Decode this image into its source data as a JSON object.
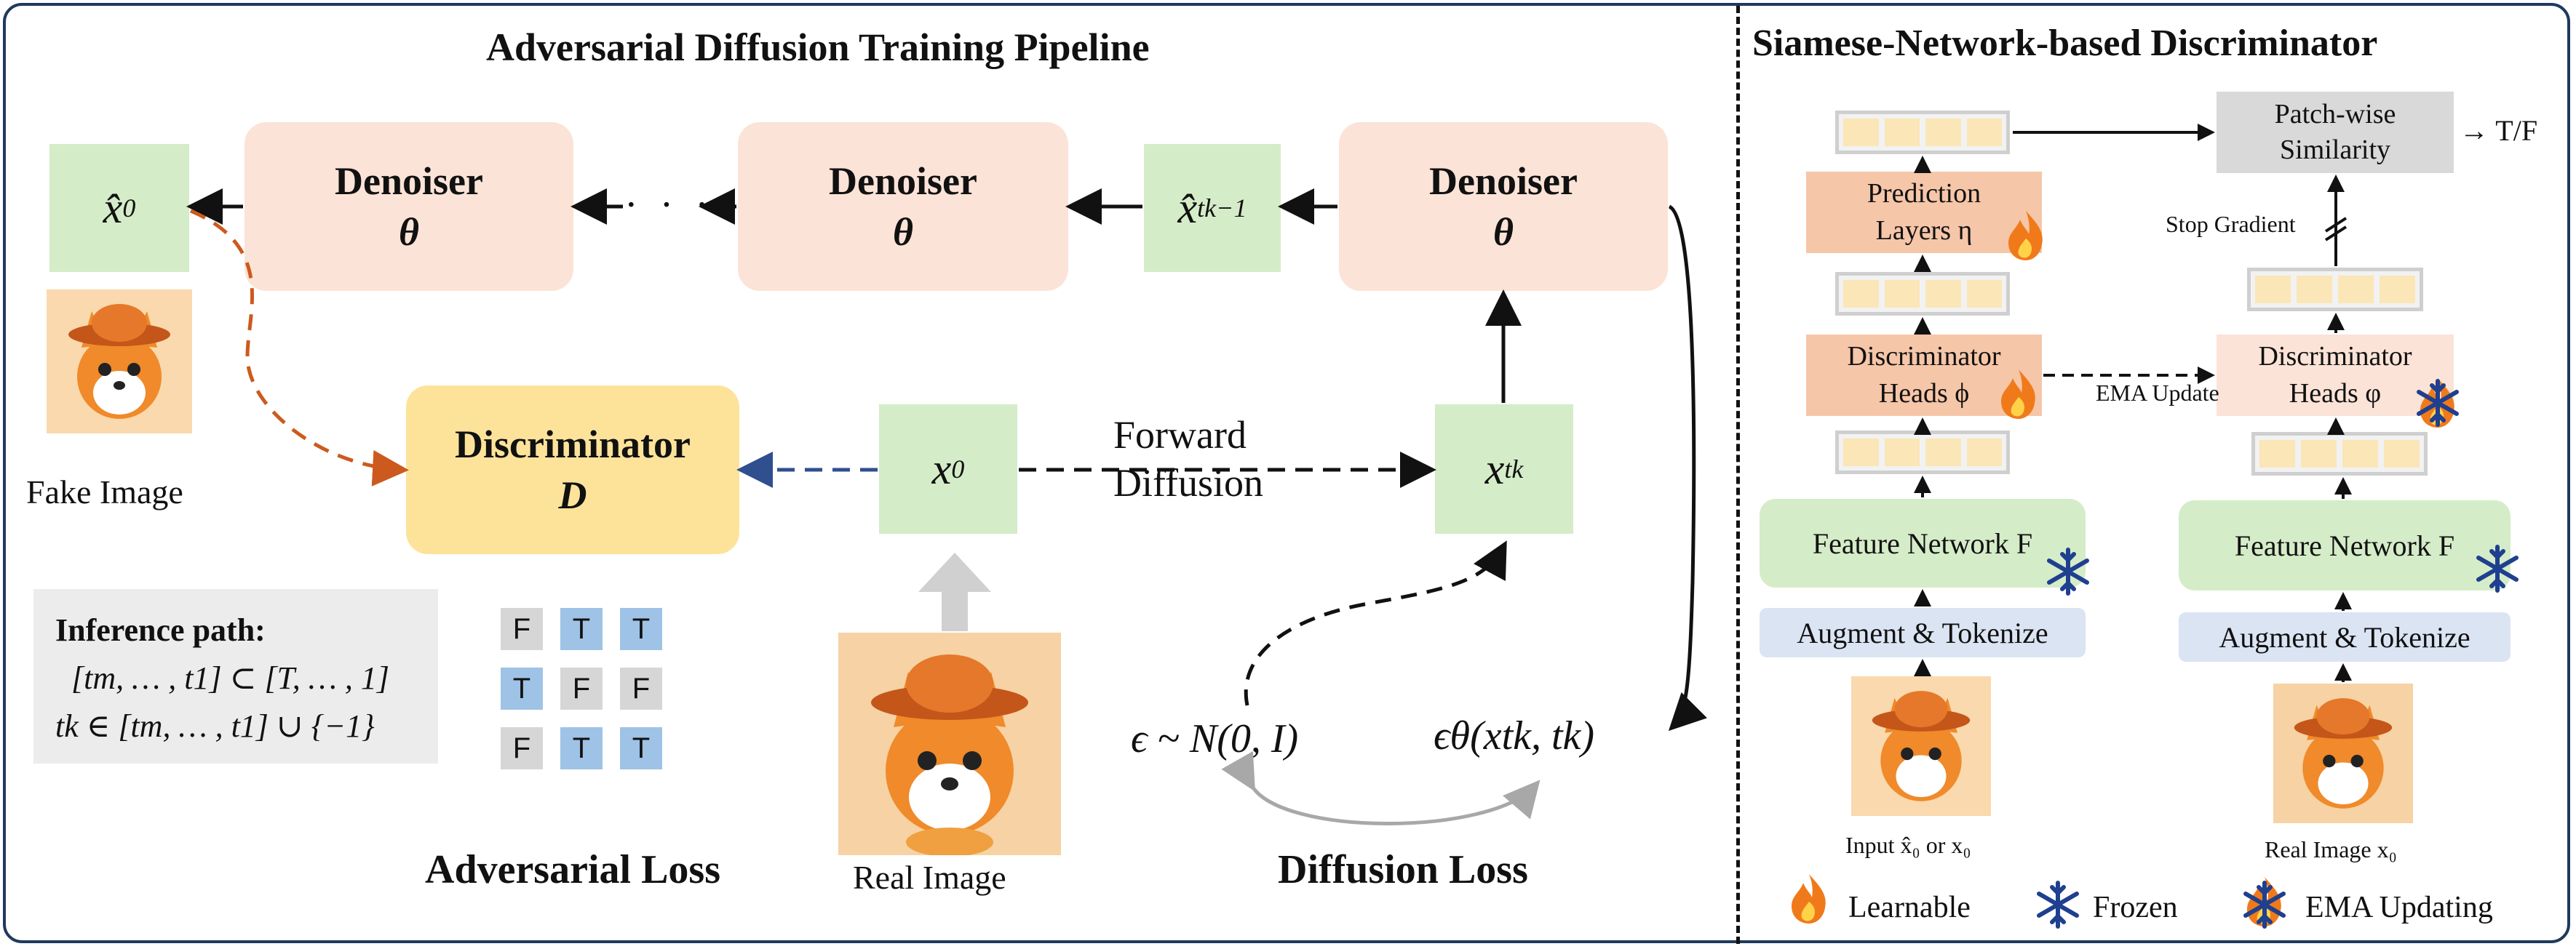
{
  "pipeline": {
    "title": "Adversarial Diffusion Training Pipeline",
    "denoiser_label": "Denoiser",
    "denoiser_param": "θ",
    "x0_hat": "x̂",
    "x0_hat_sub": "0",
    "xtk1_hat": "x̂",
    "xtk1_sub": "tk−1",
    "dots": "· · ·",
    "fake_image_label": "Fake Image",
    "discriminator_label": "Discriminator",
    "discriminator_symbol": "D",
    "x0": "x",
    "x0_sub": "0",
    "xtk": "x",
    "xtk_sub": "tk",
    "forward_diffusion_line1": "Forward",
    "forward_diffusion_line2": "Diffusion",
    "real_image_label": "Real Image",
    "adversarial_loss": "Adversarial Loss",
    "diffusion_loss": "Diffusion Loss",
    "noise_expr": "ϵ ~ N(0, I)",
    "eps_theta_expr": "ϵθ(xtk, tk)"
  },
  "inference": {
    "title": "Inference path:",
    "line1": "[tm, … , t1] ⊂ [T, … , 1]",
    "line2": "tk ∈ [tm, … , t1] ∪ {−1}"
  },
  "tf_grid": [
    [
      "F",
      "T",
      "T"
    ],
    [
      "T",
      "F",
      "F"
    ],
    [
      "F",
      "T",
      "T"
    ]
  ],
  "discriminator_panel": {
    "title": "Siamese-Network-based  Discriminator",
    "prediction_line1": "Prediction",
    "prediction_line2": "Layers η",
    "disc_heads_left_line1": "Discriminator",
    "disc_heads_left_line2": "Heads ϕ",
    "disc_heads_right_line1": "Discriminator",
    "disc_heads_right_line2": "Heads φ",
    "ema_update": "EMA Update",
    "feature_network": "Feature Network F",
    "augment": "Augment & Tokenize",
    "similarity_line1": "Patch-wise",
    "similarity_line2": "Similarity",
    "output": "→ T/F",
    "stop_gradient": "Stop Gradient",
    "input_caption": "Input x̂₀ or x₀",
    "real_caption": "Real Image  x₀"
  },
  "legend": {
    "learnable": "Learnable",
    "frozen": "Frozen",
    "ema": "EMA Updating"
  },
  "colors": {
    "denoiser": "#fbe3d7",
    "latent_green": "#d5ecc8",
    "discriminator": "#fde39a",
    "fake_arrow": "#cc5a1e",
    "real_arrow": "#2f4f8f",
    "tf_true": "#9ec3e6",
    "tf_false": "#d6d6d6"
  },
  "icons": [
    "fox-image-icon",
    "fire-icon",
    "snowflake-icon",
    "ema-snowflake-fire-icon"
  ]
}
